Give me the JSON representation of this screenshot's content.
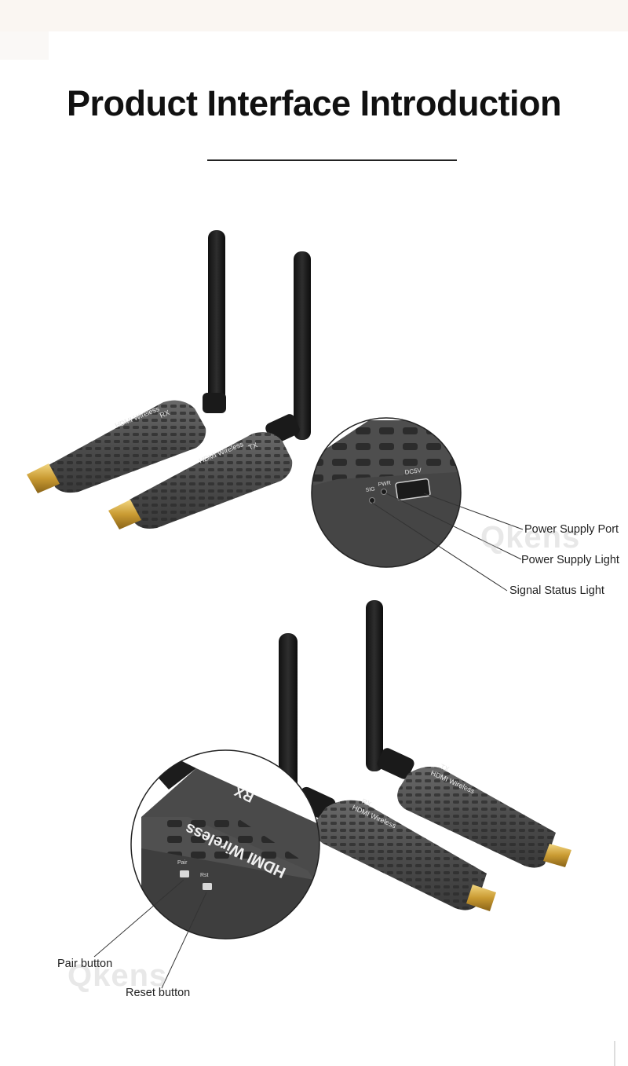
{
  "page": {
    "title": "Product Interface Introduction"
  },
  "devices": {
    "top_rx_label": "HDMI Wireless",
    "top_rx_code": "RX",
    "top_tx_label": "HDMI Wireless",
    "top_tx_code": "TX",
    "zoom1_port_label": "DC5V",
    "zoom1_led_labels": [
      "SIG",
      "PWR"
    ],
    "bottom_back_label": "HDMI Wireless",
    "bottom_back_code": "TX",
    "bottom_front_label": "HDMI Wireless",
    "bottom_front_code": "RX",
    "zoom2_label": "HDMI Wireless",
    "zoom2_code": "RX",
    "zoom2_button_labels": [
      "Pair",
      "Rst"
    ]
  },
  "callouts": {
    "power_supply_port": "Power Supply Port",
    "power_supply_light": "Power Supply Light",
    "signal_status_light": "Signal Status Light",
    "pair_button": "Pair button",
    "reset_button": "Reset button"
  },
  "watermark": {
    "brand": "Qkens"
  }
}
